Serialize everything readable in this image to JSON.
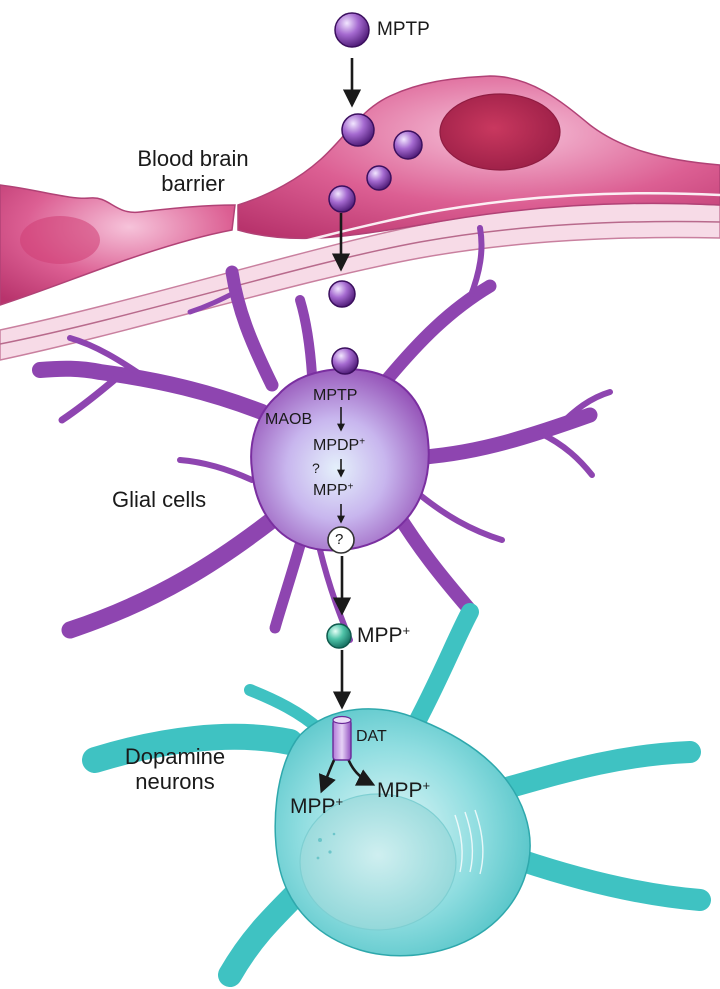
{
  "labels": {
    "mptp_top": "MPTP",
    "bbb_line1": "Blood brain",
    "bbb_line2": "barrier",
    "glial": "Glial cells",
    "dopa_line1": "Dopamine",
    "dopa_line2": "neurons",
    "mptp_inner": "MPTP",
    "maob": "MAOB",
    "mpdp": "MPDP",
    "mpdp_charge": "+",
    "q_small": "?",
    "mpp_inner": "MPP",
    "mpp_inner_charge": "+",
    "q_circle": "?",
    "mpp_out": "MPP",
    "mpp_out_charge": "+",
    "dat": "DAT",
    "mpp_left": "MPP",
    "mpp_left_charge": "+",
    "mpp_right": "MPP",
    "mpp_right_charge": "+"
  },
  "colors": {
    "vessel": "#d24d86",
    "vessel_light": "#f2b8d2",
    "nucleus": "#b52a58",
    "glial": "#8e45b0",
    "glial_light": "#d8c8f4",
    "neuron": "#3fc2c2",
    "neuron_light": "#c4ecef",
    "mptp_sphere": "#6a2a98",
    "mpp_sphere": "#2a9a88",
    "arrow": "#1a1a1a"
  }
}
